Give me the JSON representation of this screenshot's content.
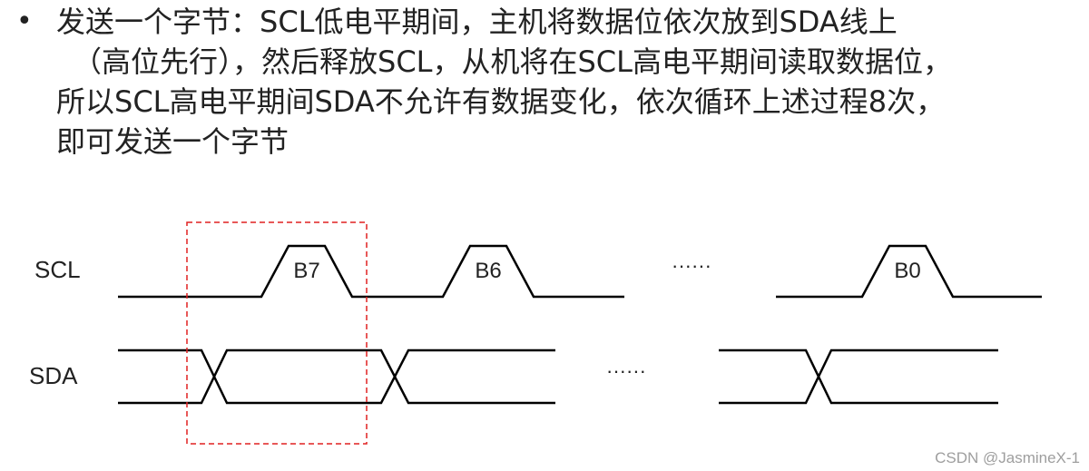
{
  "description": {
    "bullet": "•",
    "lines": [
      "发送一个字节：SCL低电平期间，主机将数据位依次放到SDA线上",
      "（高位先行），然后释放SCL，从机将在SCL高电平期间读取数据位，",
      "所以SCL高电平期间SDA不允许有数据变化，依次循环上述过程8次，",
      "即可发送一个字节"
    ]
  },
  "timing": {
    "scl_label": "SCL",
    "sda_label": "SDA",
    "bits": [
      "B7",
      "B6",
      "B0"
    ],
    "scl_ellipsis": "······",
    "sda_ellipsis": "······",
    "highlight_color": "#e02020"
  },
  "watermark": "CSDN @JasmineX-1"
}
